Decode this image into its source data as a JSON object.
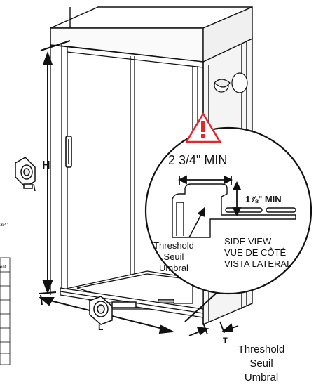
{
  "labels": {
    "height": "H",
    "length": "L",
    "thickness": "T",
    "cutoff_left": "3/4\"",
    "cutoff_table": "ent"
  },
  "warning": {
    "min_clearance": "2 3/4\" MIN",
    "min_height": "1⅞\" MIN"
  },
  "detail_threshold": [
    "Threshold",
    "Seuil",
    "Umbral"
  ],
  "side_view": [
    "SIDE VIEW",
    "VUE DE CÔTÉ",
    "VISTA LATERAL"
  ],
  "threshold_callout": [
    "Threshold",
    "Seuil",
    "Umbral"
  ],
  "colors": {
    "line": "#111111",
    "wall_fill": "#f2f2f2",
    "glass": "#ffffff",
    "warning_red": "#e3262b"
  },
  "icons": [
    "tape-measure-icon",
    "warning-triangle-icon",
    "arrow-icon"
  ]
}
